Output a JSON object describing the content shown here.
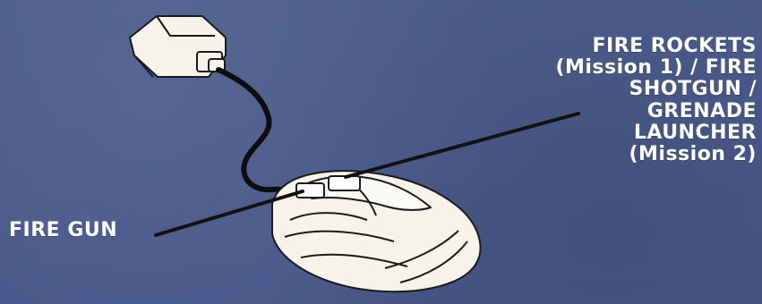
{
  "labels": {
    "fire_gun": "FIRE GUN",
    "right_lines": [
      "FIRE ROCKETS",
      "(Mission 1) / FIRE",
      "SHOTGUN /",
      "GRENADE",
      "LAUNCHER",
      "(Mission 2)"
    ]
  },
  "colors": {
    "background": "#4b5b8a",
    "text": "#ffffff",
    "leader_line": "#111111",
    "mouse_fill": "#f6f3ea",
    "outline": "#1a1a1a"
  }
}
